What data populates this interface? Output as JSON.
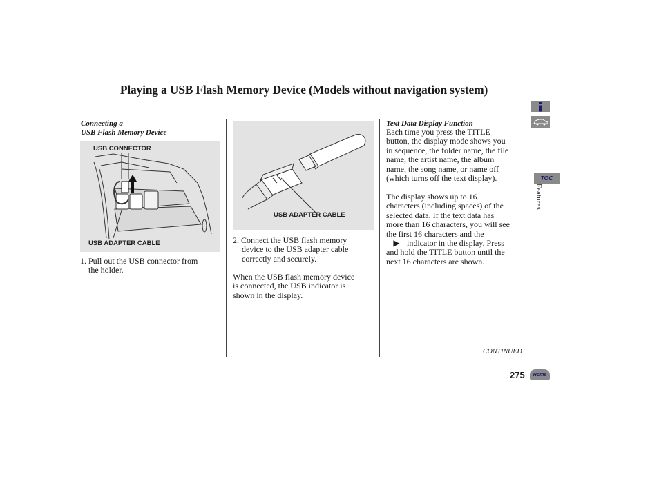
{
  "page_title": "Playing a USB Flash Memory Device (Models without navigation system)",
  "col1": {
    "subheading_line1": "Connecting a",
    "subheading_line2": "USB Flash Memory Device",
    "fig_label_top": "USB CONNECTOR",
    "fig_label_bottom": "USB ADAPTER CABLE",
    "step1_line1": "1. Pull out the USB connector from",
    "step1_line2": "the holder."
  },
  "col2": {
    "fig_label": "USB ADAPTER CABLE",
    "step2_line1": "2. Connect the USB flash memory",
    "step2_line2": "device to the USB adapter cable",
    "step2_line3": "correctly and securely.",
    "para_line1": "When the USB flash memory device",
    "para_line2": "is connected, the USB indicator is",
    "para_line3": "shown in the display."
  },
  "col3": {
    "subheading": "Text Data Display Function",
    "p1_lines": [
      "Each time you press the TITLE",
      "button, the display mode shows you",
      "in sequence, the folder name, the file",
      "name, the artist name, the album",
      "name, the song name, or name off",
      "(which turns off the text display)."
    ],
    "p2_lines": [
      "The display shows up to 16",
      "characters (including spaces) of the",
      "selected data. If the text data has",
      "more than 16 characters, you will see",
      "the first 16 characters and the"
    ],
    "p2_indicator_line": "indicator in the display. Press",
    "p2_lines_after": [
      "and hold the TITLE button until the",
      "next 16 characters are shown."
    ],
    "indicator_icon": "right-triangle-icon"
  },
  "continued": "CONTINUED",
  "page_number": "275",
  "side": {
    "toc_label": "TOC",
    "section_label": "Features",
    "home_label": "Home",
    "tab_color": "#8a8a8a"
  }
}
